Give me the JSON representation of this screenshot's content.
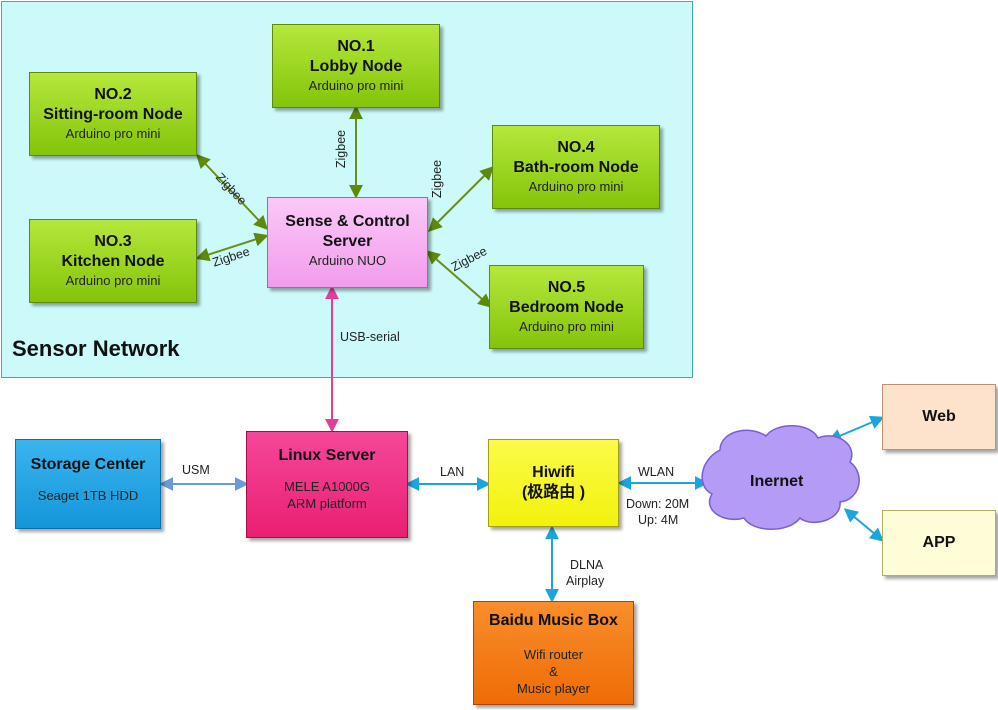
{
  "sensor_network": {
    "label": "Sensor Network",
    "node1": {
      "title1": "NO.1",
      "title2": "Lobby Node",
      "sub": "Arduino  pro mini"
    },
    "node2": {
      "title1": "NO.2",
      "title2": "Sitting-room Node",
      "sub": "Arduino  pro mini"
    },
    "node3": {
      "title1": "NO.3",
      "title2": "Kitchen Node",
      "sub": "Arduino  pro mini"
    },
    "node4": {
      "title1": "NO.4",
      "title2": "Bath-room Node",
      "sub": "Arduino  pro mini"
    },
    "node5": {
      "title1": "NO.5",
      "title2": "Bedroom Node",
      "sub": "Arduino  pro mini"
    },
    "server": {
      "title1": "Sense & Control",
      "title2": "Server",
      "sub": "Arduino NUO"
    },
    "link_label": "Zigbee"
  },
  "storage": {
    "title": "Storage Center",
    "sub": "Seaget 1TB HDD"
  },
  "linux": {
    "title": "Linux Server",
    "sub1": "MELE A1000G",
    "sub2": "ARM platform"
  },
  "hiwifi": {
    "title1": "Hiwifi",
    "title2": "(极路由 )"
  },
  "music": {
    "title": "Baidu Music Box",
    "sub1": "Wifi router",
    "sub2": "&",
    "sub3": "Music player"
  },
  "internet": {
    "title": "Inernet"
  },
  "web": {
    "title": "Web"
  },
  "app": {
    "title": "APP"
  },
  "links": {
    "usb": "USB-serial",
    "usm": "USM",
    "lan": "LAN",
    "wlan": "WLAN",
    "down": "Down: 20M",
    "up": "Up: 4M",
    "dlna": "DLNA",
    "airplay": "Airplay"
  },
  "colors": {
    "sensor_bg": "#ccfafa",
    "node_green": "#a2d829",
    "server_pink": "#f7a4f2",
    "storage_blue": "#1ea2e6",
    "linux_magenta": "#f0267d",
    "hiwifi_yellow": "#f8f817",
    "music_orange": "#f4780e",
    "cloud_purple": "#b49bf5",
    "web_peach": "#fde2cc",
    "app_cream": "#fefdd8"
  }
}
